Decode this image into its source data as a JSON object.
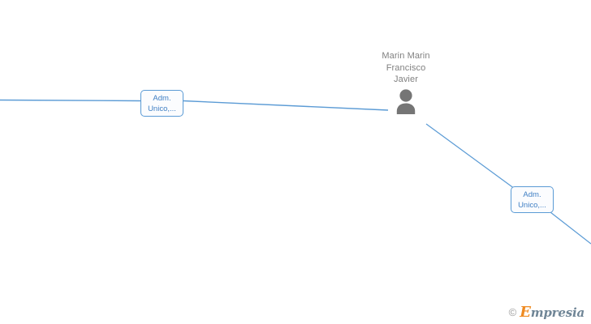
{
  "graph": {
    "background_color": "#ffffff",
    "edge_color": "#5b9bd5",
    "node_color": "#757575",
    "label_color": "#3f7fc4",
    "name_color": "#808080",
    "person": {
      "name": "Marin Marin Francisco Javier",
      "name_lines": "Marin Marin\nFrancisco\nJavier",
      "icon": "person-avatar-icon"
    },
    "relations": [
      {
        "id": "relation-label-left",
        "line1": "Adm.",
        "line2": "Unico,..."
      },
      {
        "id": "relation-label-right",
        "line1": "Adm.",
        "line2": "Unico,..."
      }
    ]
  },
  "watermark": {
    "copyright": "©",
    "initial": "E",
    "rest": "mpresia",
    "brand": "Empresia"
  }
}
